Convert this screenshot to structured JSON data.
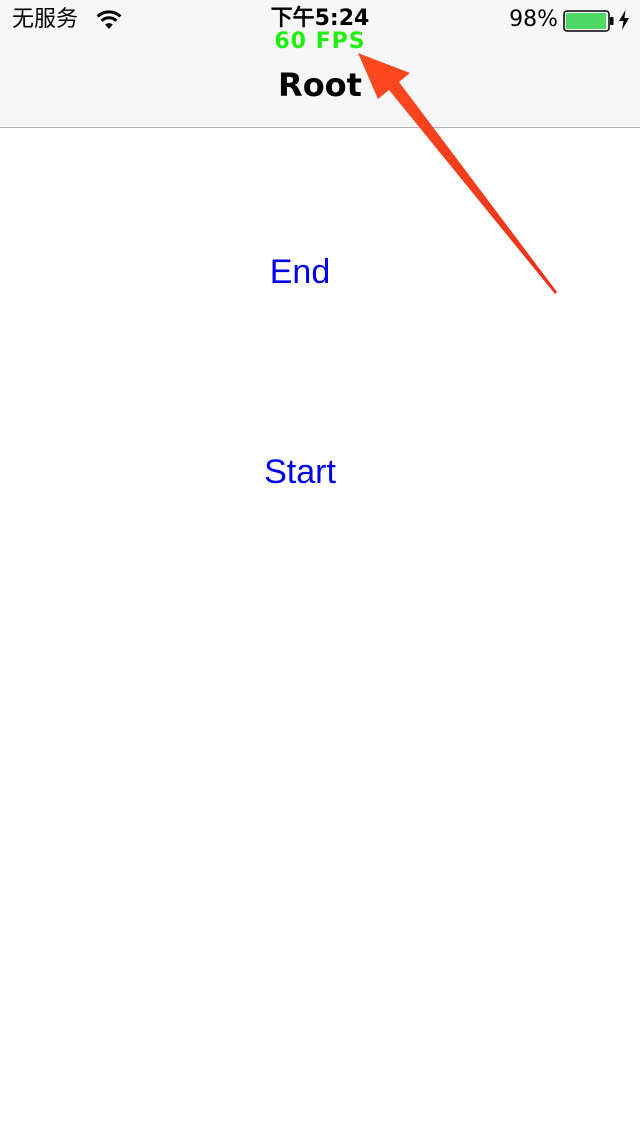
{
  "status_bar": {
    "carrier": "无服务",
    "time": "下午5:24",
    "battery_percent": "98%",
    "battery_level": 0.98,
    "charging": true,
    "icons": [
      "wifi-icon",
      "battery-icon",
      "charging-bolt-icon"
    ]
  },
  "fps_overlay": {
    "label": "60 FPS",
    "color": "#22ee11"
  },
  "nav_bar": {
    "title": "Root"
  },
  "buttons": {
    "end_label": "End",
    "start_label": "Start",
    "color": "#0000ee"
  },
  "annotation": {
    "arrow_color": "#ff3b1f"
  }
}
